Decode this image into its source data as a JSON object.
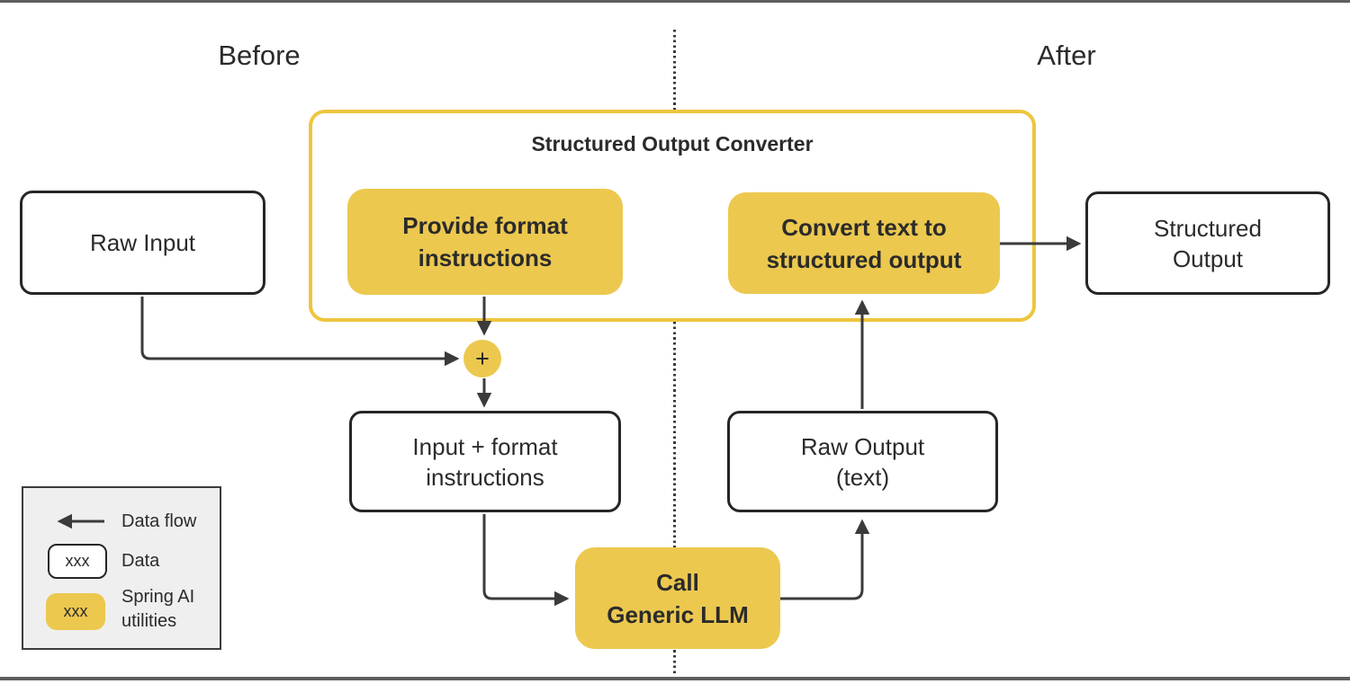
{
  "sections": {
    "before": "Before",
    "after": "After"
  },
  "converter": {
    "title": "Structured Output Converter",
    "provide_format_box": "Provide format\ninstructions",
    "convert_text_box": "Convert text to\nstructured  output"
  },
  "nodes": {
    "raw_input": "Raw Input",
    "structured_output": "Structured\nOutput",
    "input_format_instructions": "Input + format\ninstructions",
    "raw_output": "Raw Output\n(text)",
    "call_generic_llm": "Call\nGeneric LLM",
    "plus_symbol": "+"
  },
  "legend": {
    "data_flow_label": "Data flow",
    "data_label": "Data",
    "spring_ai_label": "Spring AI\nutilities",
    "data_sample": "xxx",
    "spring_sample": "xxx"
  },
  "colors": {
    "yellow_fill": "#ecc84f",
    "yellow_border": "#eec53e",
    "node_border": "#262626",
    "arrow": "#3b3b3b",
    "text": "#2b2b2b",
    "legend_bg": "#efefef",
    "frame_bar": "#5e5e5e"
  }
}
